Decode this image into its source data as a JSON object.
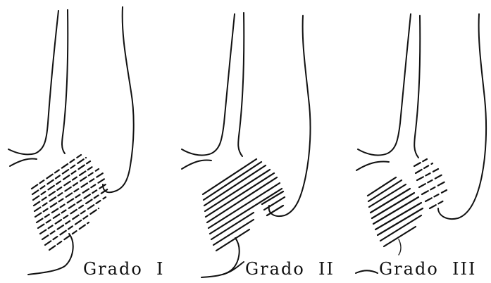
{
  "labels": {
    "grade1": "Grado  I",
    "grade2": "Grado  II",
    "grade3": "Grado  III"
  }
}
